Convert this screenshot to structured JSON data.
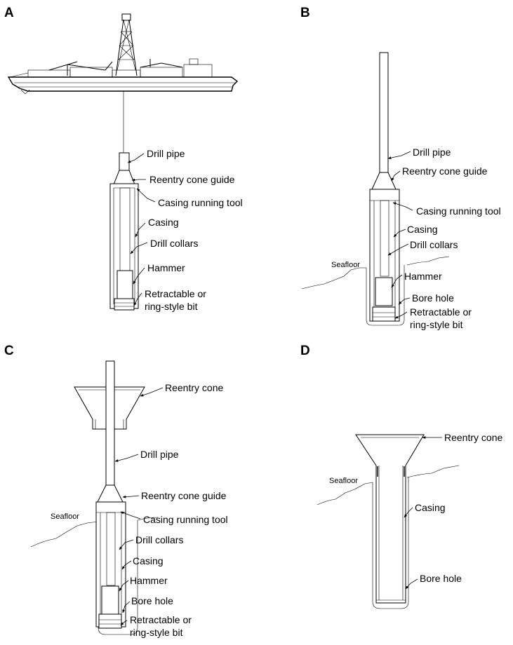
{
  "panels": {
    "a": {
      "letter": "A",
      "labels": {
        "drill_pipe": "Drill pipe",
        "reentry_cone_guide": "Reentry cone guide",
        "casing_running_tool": "Casing running tool",
        "casing": "Casing",
        "drill_collars": "Drill collars",
        "hammer": "Hammer",
        "bit_line1": "Retractable or",
        "bit_line2": "ring-style bit"
      }
    },
    "b": {
      "letter": "B",
      "labels": {
        "drill_pipe": "Drill pipe",
        "reentry_cone_guide": "Reentry cone guide",
        "casing_running_tool": "Casing running tool",
        "casing": "Casing",
        "drill_collars": "Drill collars",
        "seafloor": "Seafloor",
        "hammer": "Hammer",
        "bore_hole": "Bore hole",
        "bit_line1": "Retractable or",
        "bit_line2": "ring-style bit"
      }
    },
    "c": {
      "letter": "C",
      "labels": {
        "reentry_cone": "Reentry cone",
        "drill_pipe": "Drill pipe",
        "reentry_cone_guide": "Reentry cone guide",
        "seafloor": "Seafloor",
        "casing_running_tool": "Casing running tool",
        "drill_collars": "Drill collars",
        "casing": "Casing",
        "hammer": "Hammer",
        "bore_hole": "Bore hole",
        "bit_line1": "Retractable or",
        "bit_line2": "ring-style bit"
      }
    },
    "d": {
      "letter": "D",
      "labels": {
        "reentry_cone": "Reentry cone",
        "seafloor": "Seafloor",
        "casing": "Casing",
        "bore_hole": "Bore hole"
      }
    }
  }
}
